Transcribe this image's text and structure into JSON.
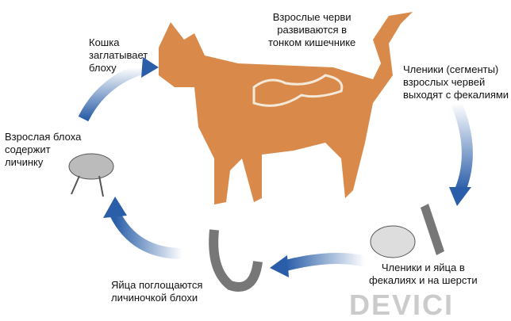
{
  "labels": {
    "cat_swallows": "Кошка\nзаглатывает\nблоху",
    "adult_worms": "Взрослые черви\nразвиваются в\nтонком кишечнике",
    "segments_exit": "Членики (сегменты)\nвзрослых червей\nвыходят с фекалиями",
    "segments_eggs": "Членики и яйца в\nфекалиях и на шерсти",
    "eggs_eaten": "Яйца поглощаются\nличиночкой блохи",
    "adult_flea": "Взрослая блоха\nсодержит\nличинку"
  },
  "watermark": "DEVICI",
  "colors": {
    "arrow": "#2a5ea8",
    "cat": "#d98a4a"
  }
}
